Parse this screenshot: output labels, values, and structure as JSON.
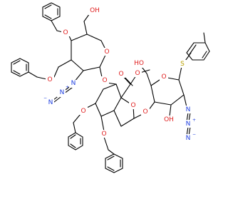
{
  "molecule": {
    "labels": {
      "O_bn1": "O",
      "O_bn2": "O",
      "O_oh1": "OH",
      "O_ring1": "O",
      "O_link1": "O",
      "N3_1_a": "N",
      "N3_1_b": "N",
      "N3_1_c": "N",
      "O_ester_carbonyl": "O",
      "O_ester": "O",
      "O_ring2": "O",
      "O_bn3": "O",
      "O_bn4": "O",
      "O_link2": "O",
      "O_oh2": "OH",
      "O_ring3": "O",
      "S_thio": "S",
      "N3_2_a": "N",
      "N3_2_b": "N",
      "N3_2_c": "N",
      "O_oh3": "HO"
    },
    "charges": {
      "plus1": "+",
      "minus1": "−",
      "plus2": "+",
      "minus2": "−"
    },
    "colors": {
      "oxygen": "#e02020",
      "nitrogen": "#2040e0",
      "sulfur": "#b8a000",
      "bond": "#000000"
    }
  }
}
